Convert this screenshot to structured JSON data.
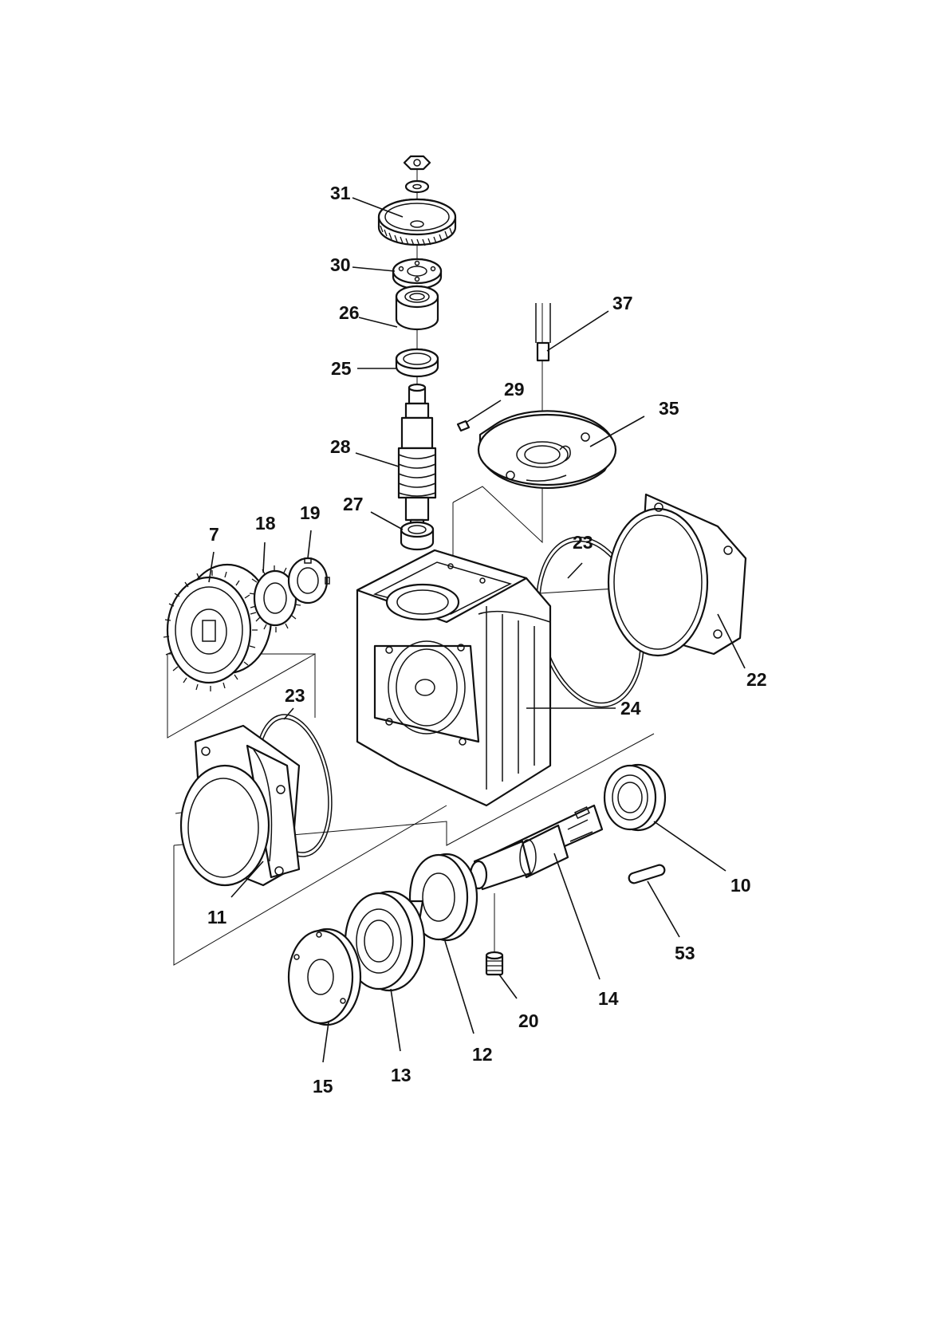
{
  "diagram": {
    "callouts": [
      {
        "id": "31",
        "label": "31"
      },
      {
        "id": "30",
        "label": "30"
      },
      {
        "id": "26",
        "label": "26"
      },
      {
        "id": "25",
        "label": "25"
      },
      {
        "id": "37",
        "label": "37"
      },
      {
        "id": "29",
        "label": "29"
      },
      {
        "id": "35",
        "label": "35"
      },
      {
        "id": "28",
        "label": "28"
      },
      {
        "id": "27",
        "label": "27"
      },
      {
        "id": "7",
        "label": "7"
      },
      {
        "id": "18",
        "label": "18"
      },
      {
        "id": "19",
        "label": "19"
      },
      {
        "id": "23a",
        "label": "23"
      },
      {
        "id": "23b",
        "label": "23"
      },
      {
        "id": "22",
        "label": "22"
      },
      {
        "id": "24",
        "label": "24"
      },
      {
        "id": "10",
        "label": "10"
      },
      {
        "id": "53",
        "label": "53"
      },
      {
        "id": "14",
        "label": "14"
      },
      {
        "id": "20",
        "label": "20"
      },
      {
        "id": "11",
        "label": "11"
      },
      {
        "id": "12",
        "label": "12"
      },
      {
        "id": "13",
        "label": "13"
      },
      {
        "id": "15",
        "label": "15"
      }
    ]
  }
}
